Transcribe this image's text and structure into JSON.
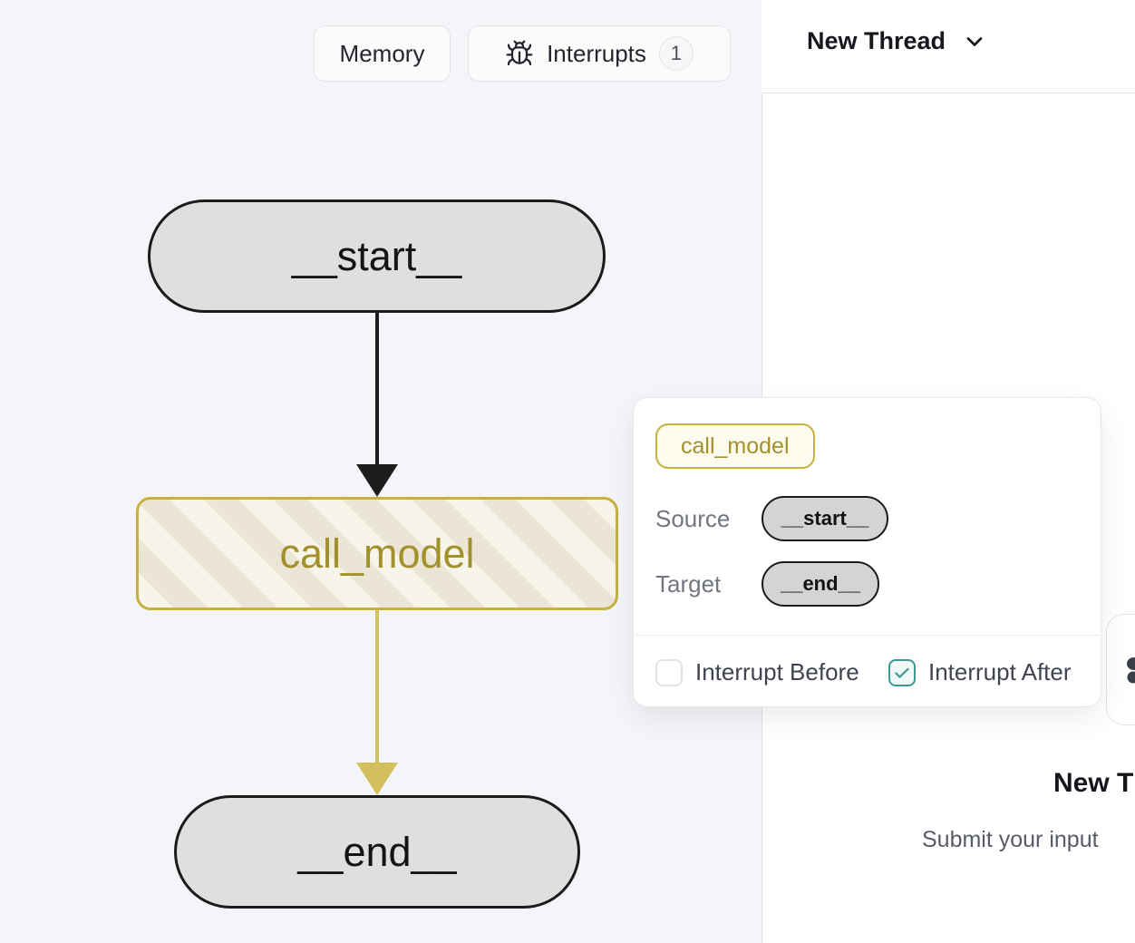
{
  "toolbar": {
    "memory_label": "Memory",
    "interrupts_label": "Interrupts",
    "interrupts_count": "1"
  },
  "graph": {
    "nodes": [
      {
        "id": "start",
        "label": "__start__"
      },
      {
        "id": "call_model",
        "label": "call_model"
      },
      {
        "id": "end",
        "label": "__end__"
      }
    ],
    "edges": [
      {
        "from": "__start__",
        "to": "call_model",
        "color": "#1c1c1c"
      },
      {
        "from": "call_model",
        "to": "__end__",
        "color": "#d3bf5c"
      }
    ]
  },
  "popover": {
    "node_badge": "call_model",
    "rows": [
      {
        "label": "Source",
        "value": "__start__"
      },
      {
        "label": "Target",
        "value": "__end__"
      }
    ],
    "interrupt_before": {
      "label": "Interrupt Before",
      "checked": false
    },
    "interrupt_after": {
      "label": "Interrupt After",
      "checked": true
    }
  },
  "thread_panel": {
    "title": "New Thread",
    "empty_title": "New Thread",
    "empty_subtitle": "Submit your input"
  },
  "colors": {
    "accent_gold_border": "#c6b13e",
    "gold_text": "#a3902c",
    "gold_edge": "#d3bf5c",
    "node_fill": "#dfdfe1",
    "node_border": "#1b1b1b",
    "teal_check": "#3d9a93",
    "canvas_bg": "#f4f5f8"
  }
}
